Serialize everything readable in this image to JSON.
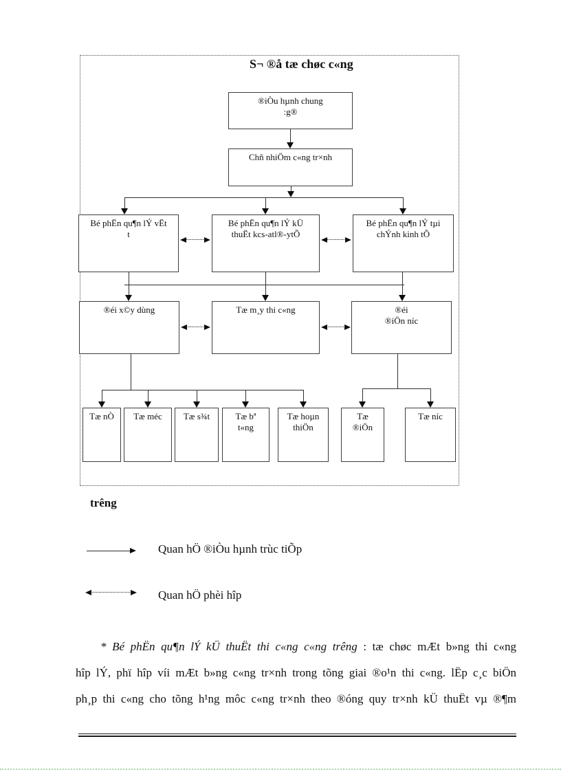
{
  "colors": {
    "ink": "#111111",
    "box_border": "#3d3d3d",
    "connector": "#2e2e2e",
    "page_break_dotted_green": "#a8d5a8",
    "background": "#ffffff"
  },
  "diagram": {
    "title": "S¬ ®å tæ chøc c«ng",
    "nodes": {
      "general_director": {
        "line1": "®iÒu hµnh chung",
        "line2": ":g®"
      },
      "project_manager": {
        "line1": "Chñ nhiÖm c«ng tr×nh"
      },
      "dept_materials": {
        "line1": "Bé phËn qu¶n lÝ vËt",
        "line2": "t"
      },
      "dept_technical": {
        "line1": "Bé phËn qu¶n lÝ kÜ",
        "line2": "thuËt kcs-atl®-ytÕ"
      },
      "dept_finance": {
        "line1": "Bé phËn qu¶n lÝ tµi",
        "line2": "chÝnh kinh tÕ"
      },
      "team_construction": {
        "line1": "®éi x©y dùng"
      },
      "team_machinery": {
        "line1": "Tæ m¸y thi c«ng"
      },
      "team_electric_water": {
        "line1": "®éi",
        "line2": "®iÖn níc"
      },
      "squad_masonry": {
        "line1": "Tæ nÒ"
      },
      "squad_carpentry": {
        "line1": "Tæ méc"
      },
      "squad_steel": {
        "line1": "Tæ s¾t"
      },
      "squad_concrete": {
        "line1": "Tæ bª",
        "line2": "t«ng"
      },
      "squad_finishing": {
        "line1": "Tæ hoµn",
        "line2": "thiÖn"
      },
      "squad_electric": {
        "line1": "Tæ",
        "line2": "®iÖn"
      },
      "squad_water": {
        "line1": "Tæ níc"
      }
    }
  },
  "caption": "trêng",
  "legend": {
    "direct_label": "Quan hÖ ®iÒu hµnh trùc tiÕp",
    "coordination_label": "Quan hÖ phèi hîp"
  },
  "paragraph": {
    "line1_italic": "* Bé phËn qu¶n lÝ kÜ thuËt thi c«ng c«ng trêng",
    "line1_regular": " : tæ chøc mÆt b»ng thi c«ng",
    "line2": "hîp lÝ, phï hîp víi mÆt b»ng c«ng tr×nh trong tõng giai ®o¹n thi c«ng. lËp c¸c biÖn",
    "line3": "ph¸p thi c«ng cho tõng h¹ng môc c«ng tr×nh theo ®óng quy tr×nh kÜ thuËt vµ ®¶m"
  }
}
